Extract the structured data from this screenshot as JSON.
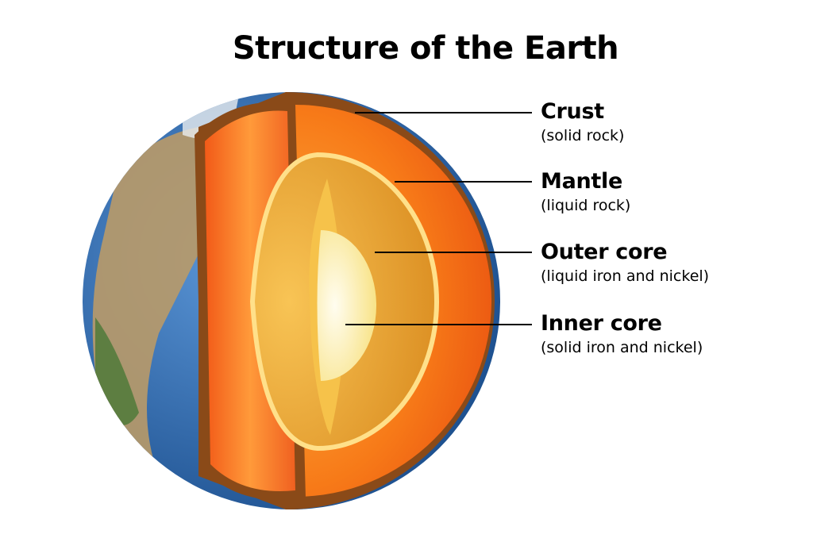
{
  "title": "Structure of the Earth",
  "layers": [
    {
      "name": "Crust",
      "description": "(solid rock)"
    },
    {
      "name": "Mantle",
      "description": "(liquid rock)"
    },
    {
      "name": "Outer core",
      "description": "(liquid iron and nickel)"
    },
    {
      "name": "Inner core",
      "description": "(solid iron and nickel)"
    }
  ],
  "colors": {
    "ocean": "#2f6fb5",
    "land": "#b79a6a",
    "crust": "#8a4a18",
    "mantle": "#f36a12",
    "outer_core": "#e9a22a",
    "inner_core": "#fff6c8"
  }
}
